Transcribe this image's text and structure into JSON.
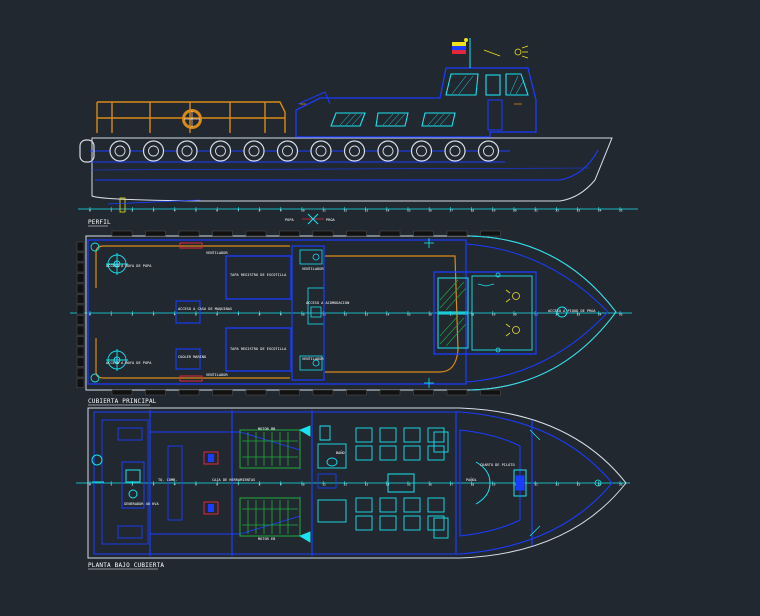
{
  "views": {
    "profile": {
      "title": "PERFIL"
    },
    "main_deck": {
      "title": "CUBIERTA PRINCIPAL"
    },
    "below_deck": {
      "title": "PLANTA BAJO CUBIERTA"
    }
  },
  "profile_labels": {
    "popa": "POPA",
    "proa": "PROA"
  },
  "main_deck_labels": {
    "hatch_top": "TAPA REGISTRO DE ESCOTILLA",
    "hatch_bottom": "TAPA REGISTRO DE ESCOTILLA",
    "winch_top": "ACCESO A BOYA DE POPA",
    "winch_bottom": "ACCESO A BOYA DE POPA",
    "access_center": "ACCESO A CASA DE MAQUINAS",
    "cooler": "COOLER MARINO",
    "ventilator_top": "VENTILADOR",
    "ventilator_mid_top": "VENTILADOR",
    "ventilator_mid_bottom": "VENTILADOR",
    "ventilator_bottom": "VENTILADOR",
    "access_cabin": "ACCESO A ACOMODACION",
    "bow_access": "ACCESO A PIQUE DE PROA"
  },
  "below_deck_labels": {
    "motor_port": "MOTOR BB",
    "motor_stbd": "MOTOR EB",
    "fuel_tank": "TQ. COMB.",
    "tool_box": "CAJA DE HERRAMIENTAS",
    "generator": "GENERADOR 40 KVA",
    "bano": "BAÑO",
    "galley": "CUARTO DE PILOTO",
    "fwd_storage": "PAÑOL"
  },
  "station_ticks": [
    "0",
    "1",
    "2",
    "3",
    "4",
    "5",
    "6",
    "7",
    "8",
    "9",
    "10",
    "11",
    "12",
    "13",
    "14",
    "15",
    "16",
    "17",
    "18",
    "19",
    "20",
    "21",
    "22",
    "23",
    "24",
    "25"
  ],
  "colors": {
    "background": "#212830",
    "hull_blue": "#1a3cff",
    "hull_white": "#d8dde6",
    "cyan": "#19e3f0",
    "orange": "#d98a18",
    "yellow": "#f0e020",
    "green": "#1fae3a",
    "text": "#ffffff"
  }
}
